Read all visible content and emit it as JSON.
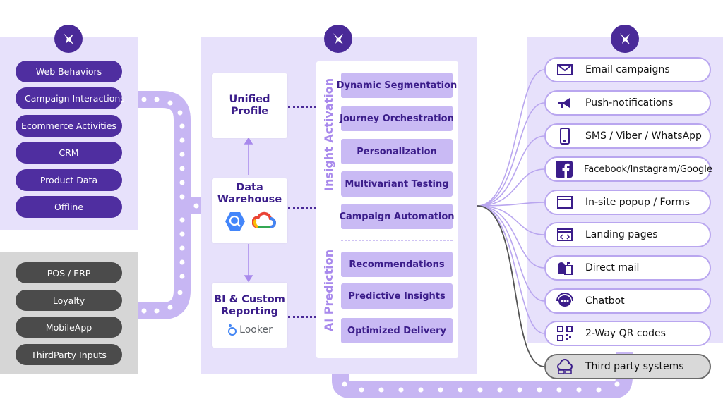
{
  "sources": {
    "online": [
      "Web Behaviors",
      "Campaign Interactions",
      "Ecommerce Activities",
      "CRM",
      "Product Data",
      "Offline"
    ],
    "offline": [
      "POS / ERP",
      "Loyalty",
      "MobileApp",
      "ThirdParty Inputs"
    ]
  },
  "center": {
    "unified_profile": "Unified Profile",
    "data_warehouse": "Data Warehouse",
    "bi_reporting": "BI & Custom Reporting",
    "looker_label": "Looker"
  },
  "insight": {
    "section_label": "Insight Activation",
    "items": [
      "Dynamic Segmentation",
      "Journey Orchestration",
      "Personalization",
      "Multivariant Testing",
      "Campaign Automation"
    ]
  },
  "prediction": {
    "section_label": "AI Prediction",
    "items": [
      "Recommendations",
      "Predictive Insights",
      "Optimized Delivery"
    ]
  },
  "channels": [
    {
      "label": "Email campaigns",
      "icon": "envelope-icon"
    },
    {
      "label": "Push-notifications",
      "icon": "megaphone-icon"
    },
    {
      "label": "SMS / Viber / WhatsApp",
      "icon": "mobile-phone-icon"
    },
    {
      "label": "Facebook/Instagram/Google",
      "icon": "facebook-icon"
    },
    {
      "label": "In-site popup / Forms",
      "icon": "browser-window-icon"
    },
    {
      "label": "Landing pages",
      "icon": "code-page-icon"
    },
    {
      "label": "Direct mail",
      "icon": "mailbox-icon"
    },
    {
      "label": "Chatbot",
      "icon": "chatbot-icon"
    },
    {
      "label": "2-Way QR codes",
      "icon": "qr-code-icon"
    },
    {
      "label": "Third party systems",
      "icon": "cloud-system-icon"
    }
  ],
  "colors": {
    "brand_dark": "#4a2a98",
    "panel": "#e7e1fb",
    "pill_purple": "#4f2ea0",
    "pill_dark": "#4b4b4b",
    "insight_item": "#c9baf4",
    "track": "#c7b6f3"
  }
}
